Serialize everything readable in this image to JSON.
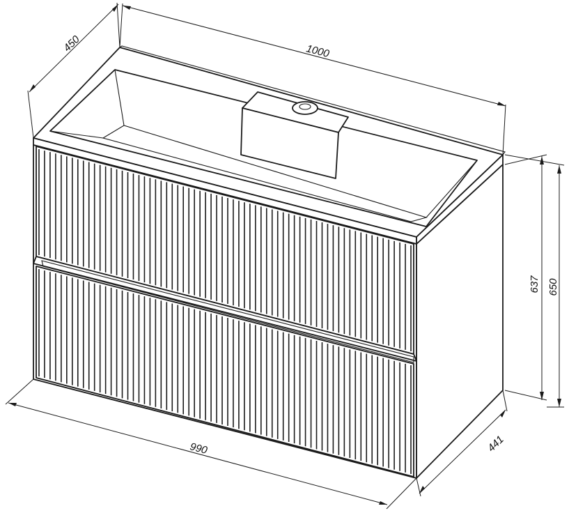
{
  "dimensions": {
    "top_width": "1000",
    "top_depth": "450",
    "cabinet_width": "990",
    "cabinet_depth": "441",
    "cabinet_height": "637",
    "total_height": "650"
  },
  "drawers": 2
}
